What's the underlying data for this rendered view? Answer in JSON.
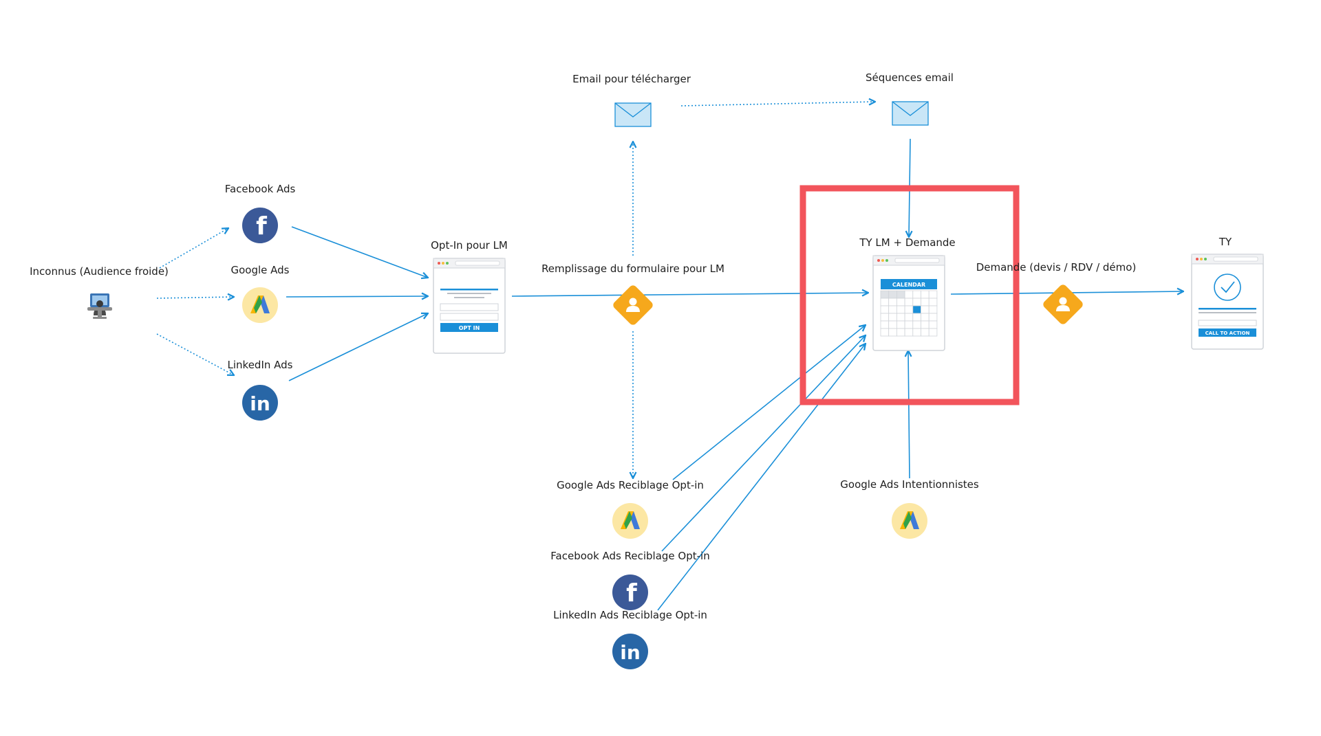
{
  "nodes": {
    "cold_audience": {
      "label": "Inconnus (Audience froide)",
      "icon": "audience-person-icon"
    },
    "facebook_ads": {
      "label": "Facebook Ads",
      "icon": "facebook-icon"
    },
    "google_ads": {
      "label": "Google Ads",
      "icon": "google-ads-icon"
    },
    "linkedin_ads": {
      "label": "LinkedIn Ads",
      "icon": "linkedin-icon"
    },
    "optin_page": {
      "label": "Opt-In pour LM",
      "icon": "optin-page-icon",
      "button_text": "OPT IN"
    },
    "form_fill": {
      "label": "Remplissage du formulaire pour LM",
      "icon": "conversion-diamond-icon"
    },
    "email_download": {
      "label": "Email pour télécharger",
      "icon": "envelope-icon"
    },
    "email_sequences": {
      "label": "Séquences email",
      "icon": "envelope-icon"
    },
    "ty_lm_request": {
      "label": "TY LM + Demande",
      "icon": "calendar-page-icon",
      "header_text": "CALENDAR"
    },
    "request": {
      "label": "Demande (devis / RDV / démo)",
      "icon": "conversion-diamond-icon"
    },
    "ty": {
      "label": "TY",
      "icon": "thank-you-page-icon",
      "button_text": "CALL TO ACTION"
    },
    "google_retarget": {
      "label": "Google Ads Reciblage Opt-in",
      "icon": "google-ads-icon"
    },
    "facebook_retarget": {
      "label": "Facebook Ads Reciblage Opt-in",
      "icon": "facebook-icon"
    },
    "linkedin_retarget": {
      "label": "LinkedIn Ads Reciblage Opt-in",
      "icon": "linkedin-icon"
    },
    "google_intent": {
      "label": "Google Ads Intentionnistes",
      "icon": "google-ads-icon"
    }
  },
  "highlight": {
    "target": "ty_lm_request",
    "color": "#f2545b"
  },
  "colors": {
    "connector": "#1a8fd8",
    "facebook": "#3b5998",
    "linkedin": "#2866a6",
    "google_bg": "#fce7a4",
    "diamond": "#f6a81c",
    "envelope": "#c9e6f7",
    "page_button": "#1a8fd8"
  }
}
